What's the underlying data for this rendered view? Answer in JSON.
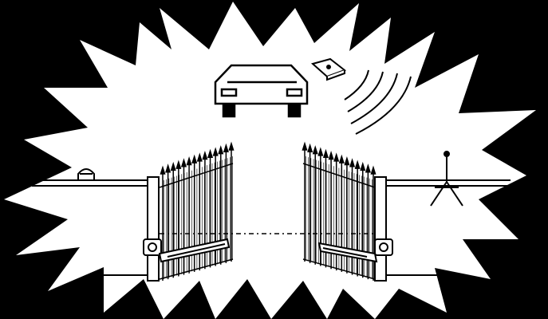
{
  "colors": {
    "background": "#000000",
    "burst_fill": "#ffffff",
    "line_art": "#000000"
  },
  "scene": {
    "elements": [
      "starburst-background",
      "car-icon",
      "remote-control-icon",
      "radio-signal-waves",
      "flashing-lamp-icon",
      "left-gate-leaf",
      "right-gate-leaf",
      "left-gate-post",
      "right-gate-post",
      "left-gate-operator-arm",
      "right-gate-operator-arm",
      "photocell-beam",
      "antenna-icon"
    ]
  }
}
